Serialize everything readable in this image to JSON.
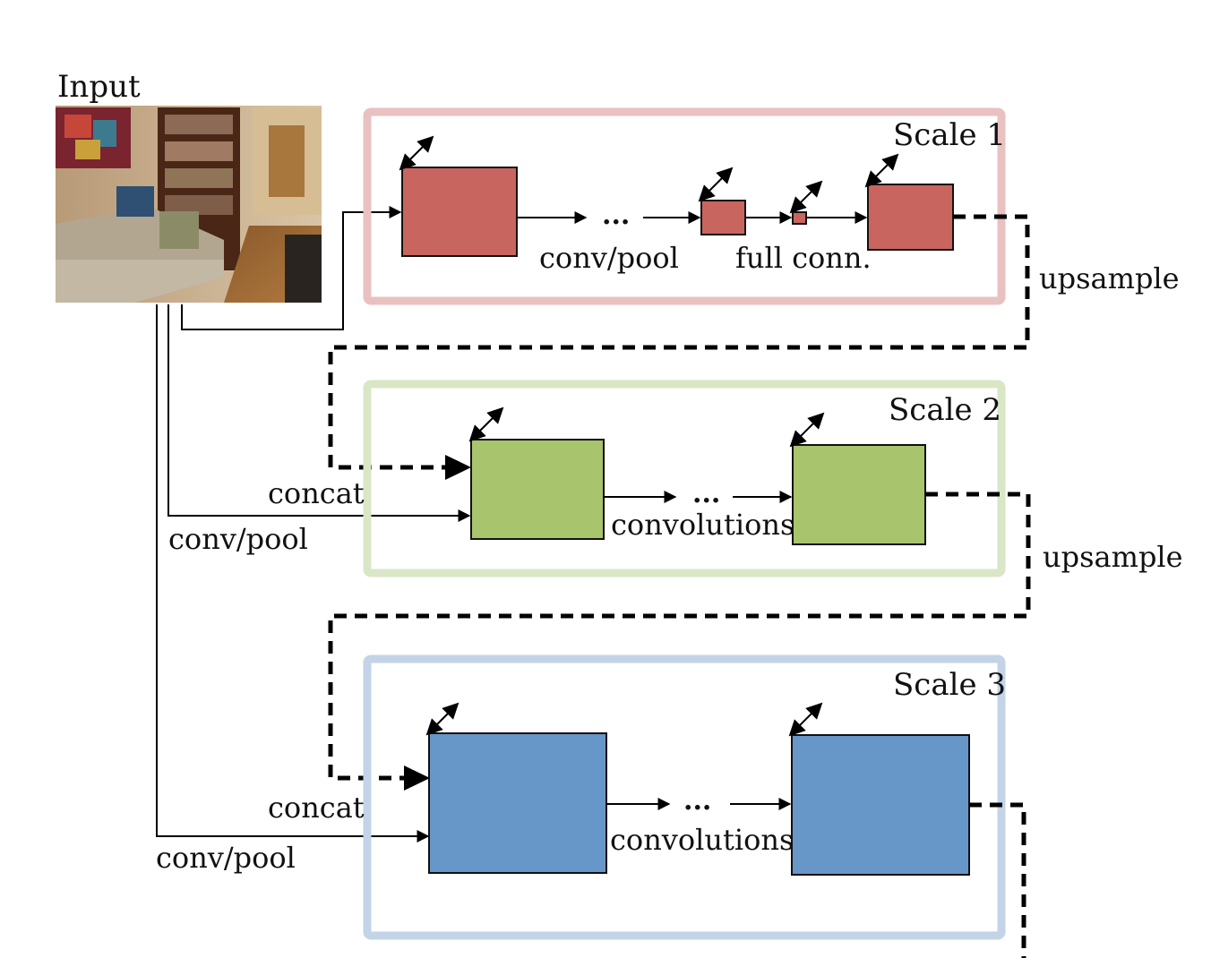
{
  "input": {
    "label": "Input"
  },
  "scales": [
    {
      "label": "Scale 1",
      "frame_color": "#e8c1c0",
      "box_color": "#c9655f"
    },
    {
      "label": "Scale 2",
      "frame_color": "#d9e7c7",
      "box_color": "#a8c46c"
    },
    {
      "label": "Scale 3",
      "frame_color": "#c3d3e8",
      "box_color": "#6796c8"
    }
  ],
  "labels": {
    "s1_conv_pool": "conv/pool",
    "s1_full_conn": "full conn.",
    "s1_dots": "...",
    "upsample_1": "upsample",
    "s2_concat": "concat",
    "s2_conv_pool": "conv/pool",
    "s2_convolutions": "convolutions",
    "s2_dots": "...",
    "upsample_2": "upsample",
    "s3_concat": "concat",
    "s3_conv_pool": "conv/pool",
    "s3_convolutions": "convolutions",
    "s3_dots": "..."
  },
  "icons": {
    "resize_indicator": "double-arrow-icon",
    "input_image": "room-photo-image"
  }
}
